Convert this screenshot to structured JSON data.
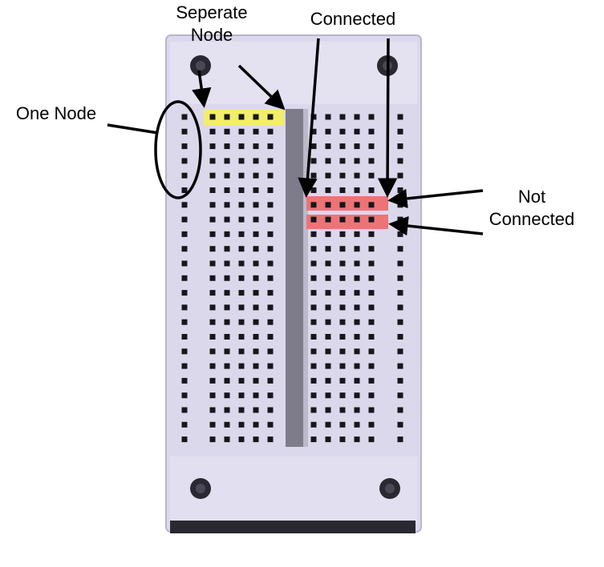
{
  "labels": {
    "seperate_node_line1": "Seperate",
    "seperate_node_line2": "Node",
    "connected": "Connected",
    "one_node": "One Node",
    "not_connected_line1": "Not",
    "not_connected_line2": "Connected"
  },
  "colors": {
    "board_body": "#dcd8ec",
    "board_top": "#e4e1f1",
    "board_shadow": "#bfbbd3",
    "channel": "#7e7b8a",
    "hole": "#17161c",
    "separate_node_highlight": "#f2ee6a",
    "not_connected_highlight": "#ec7476",
    "annotation": "#000000"
  }
}
